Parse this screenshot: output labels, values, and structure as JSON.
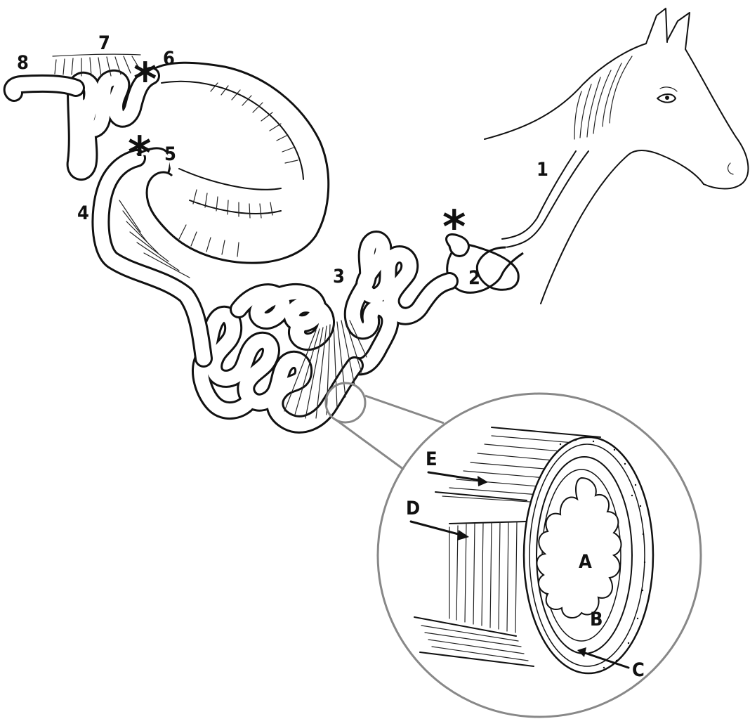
{
  "labels": {
    "l1": "1",
    "l2": "2",
    "l3": "3",
    "l4": "4",
    "l5": "5",
    "l6": "6",
    "l7": "7",
    "l8": "8",
    "lA": "A",
    "lB": "B",
    "lC": "C",
    "lD": "D",
    "lE": "E"
  },
  "markers": {
    "asterisk": "*"
  },
  "colors": {
    "ink": "#111111",
    "magnifier": "#888888",
    "background": "#ffffff"
  }
}
